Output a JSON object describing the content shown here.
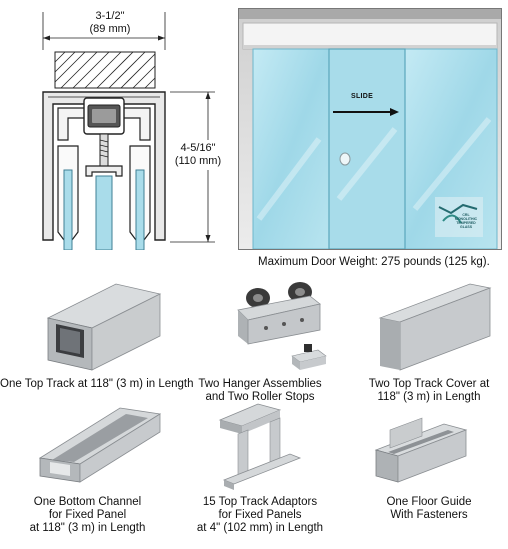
{
  "section_drawing": {
    "width_dim_in": "3-1/2\"",
    "width_dim_mm": "(89 mm)",
    "height_dim_in": "4-5/16\"",
    "height_dim_mm": "(110 mm)"
  },
  "door_photo": {
    "slide_label": "SLIDE",
    "logo_lines": [
      "CRL",
      "MONOLITHIC",
      "TEMPERED",
      "GLASS"
    ],
    "weight_caption": "Maximum Door Weight: 275 pounds (125 kg)."
  },
  "components": [
    {
      "id": "top-track",
      "lines": [
        "One Top Track at 118\" (3 m) in Length"
      ]
    },
    {
      "id": "hanger-assemblies",
      "lines": [
        "Two Hanger Assemblies",
        "and Two Roller Stops"
      ]
    },
    {
      "id": "top-track-cover",
      "lines": [
        "Two Top Track Cover at",
        "118\" (3 m) in Length"
      ]
    },
    {
      "id": "bottom-channel",
      "lines": [
        "One Bottom Channel",
        "for Fixed Panel",
        "at 118\" (3 m) in Length"
      ]
    },
    {
      "id": "track-adaptors",
      "lines": [
        "15 Top Track Adaptors",
        "for Fixed Panels",
        "at 4\" (102 mm) in Length"
      ]
    },
    {
      "id": "floor-guide",
      "lines": [
        "One Floor Guide",
        "With Fasteners"
      ]
    }
  ],
  "colors": {
    "glass": "#a9dcea",
    "glass_dark": "#7cc3d6",
    "aluminum": "#c6c9cc",
    "aluminum_dark": "#8a8e92",
    "wall": "#d9d9d9"
  }
}
